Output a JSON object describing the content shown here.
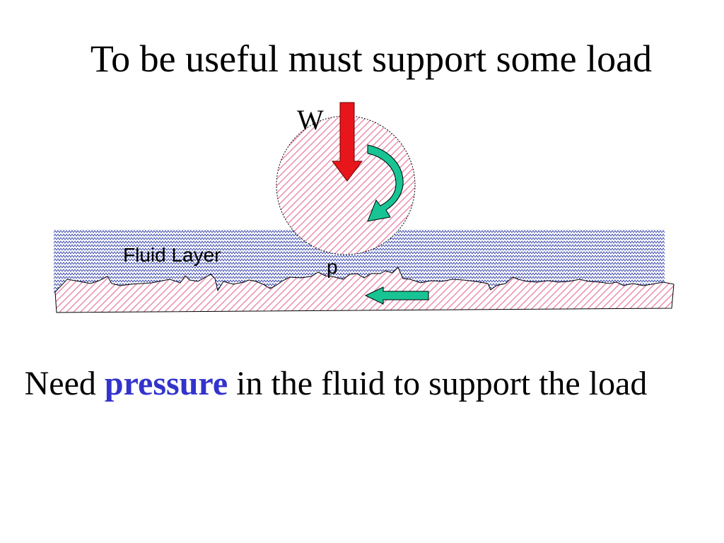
{
  "slide": {
    "title": "To be useful must support some load",
    "load_label": "W",
    "fluid_label": "Fluid Layer",
    "pressure_label": "p",
    "caption_before": "Need ",
    "caption_emphasis": "pressure",
    "caption_after": " in the fluid to support the load"
  },
  "colors": {
    "emphasis": "#3333cc",
    "load_arrow": "#e8161b",
    "rotation_arrow": "#19c494",
    "solid_hatch": "#e8759e",
    "fluid_hatch": "#2b3aa8"
  }
}
